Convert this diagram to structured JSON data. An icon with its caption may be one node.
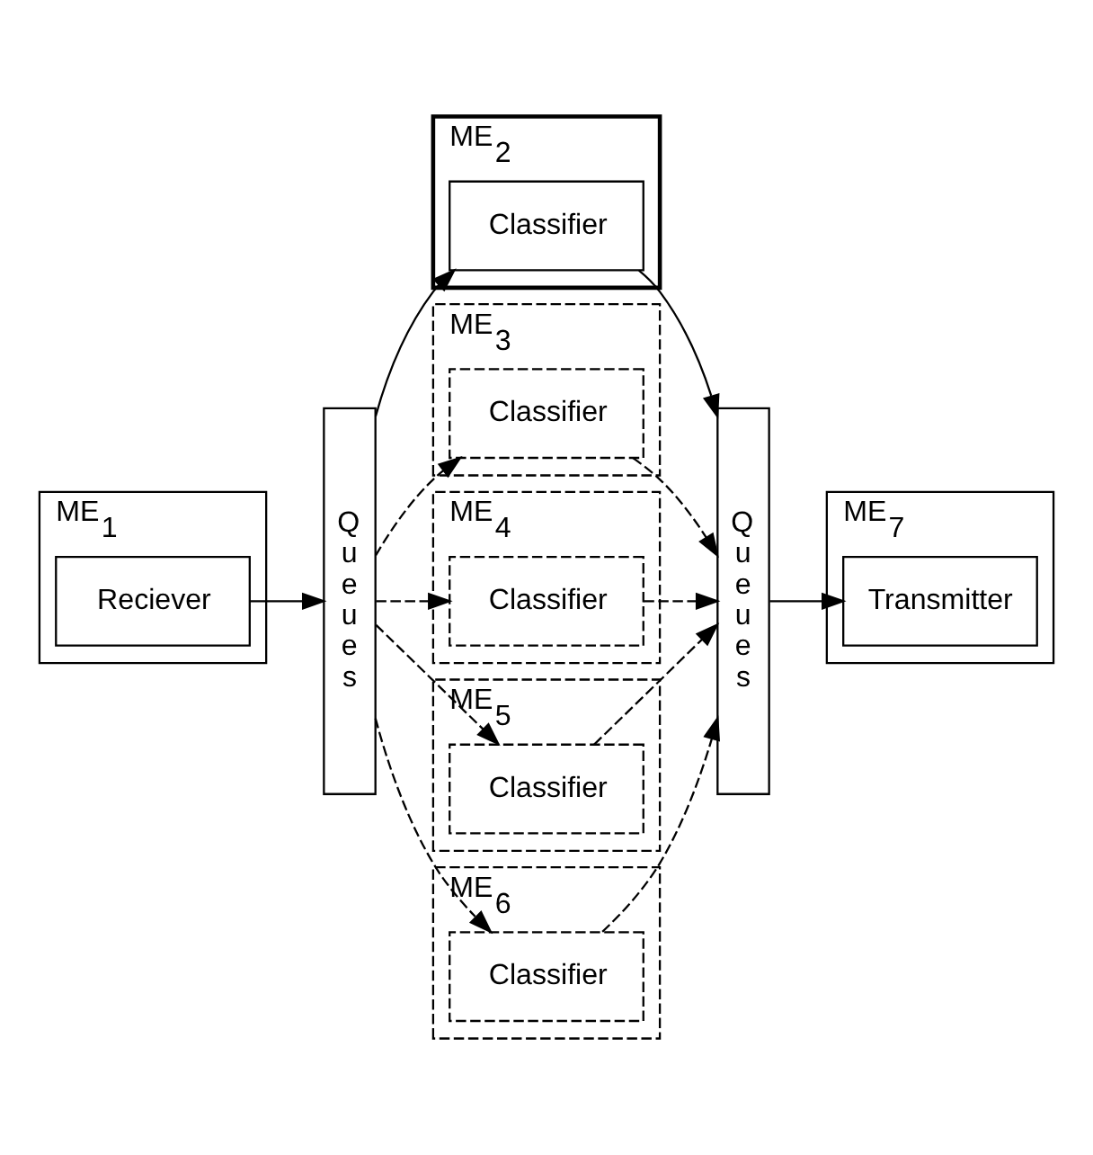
{
  "diagram": {
    "nodes": [
      {
        "text": [
          "ME$_{1}$"
        ]
      },
      {
        "text": [
          "Reciever"
        ],
        "in": 0
      },
      {
        "text": [
          "Q u e u e s"
        ]
      },
      {
        "text": [
          "ME$_{2}$"
        ]
      },
      {
        "text": [
          "Classifier"
        ],
        "in": 3
      },
      {
        "text": [
          "ME$_{3}$"
        ]
      },
      {
        "text": [
          "Classifier"
        ],
        "in": 5
      },
      {
        "text": [
          "ME$_{4}$"
        ]
      },
      {
        "text": [
          "Classifier"
        ],
        "in": 7
      },
      {
        "text": [
          "ME$_{5}$"
        ]
      },
      {
        "text": [
          "Classifier"
        ],
        "in": 9
      },
      {
        "text": [
          "ME$_{6}$"
        ]
      },
      {
        "text": [
          "Classifier"
        ],
        "in": 11
      },
      {
        "text": [
          "Q u e u e s"
        ]
      },
      {
        "text": [
          "ME$_{7}$"
        ]
      },
      {
        "text": [
          "Transmitter"
        ],
        "in": 14
      }
    ],
    "edges": [
      {
        "from": 1,
        "to": 2,
        "arrow": "to"
      },
      {
        "from": 2,
        "to": 4,
        "arrow": "to"
      },
      {
        "from": 2,
        "to": 6,
        "arrow": "to",
        "style": "dashed"
      },
      {
        "from": 2,
        "to": 8,
        "arrow": "to",
        "style": "dashed"
      },
      {
        "from": 2,
        "to": 10,
        "arrow": "to",
        "style": "dashed"
      },
      {
        "from": 2,
        "to": 12,
        "arrow": "to",
        "style": "dashed"
      },
      {
        "from": 4,
        "to": 13,
        "arrow": "to"
      },
      {
        "from": 6,
        "to": 13,
        "arrow": "to",
        "style": "dashed"
      },
      {
        "from": 8,
        "to": 13,
        "arrow": "to",
        "style": "dashed"
      },
      {
        "from": 10,
        "to": 13,
        "arrow": "to",
        "style": "dashed"
      },
      {
        "from": 12,
        "to": 13,
        "arrow": "to",
        "style": "dashed"
      },
      {
        "from": 13,
        "to": 15,
        "arrow": "to"
      }
    ]
  }
}
